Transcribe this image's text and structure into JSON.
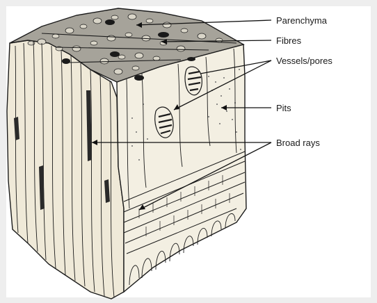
{
  "diagram": {
    "labels": {
      "parenchyma": "Parenchyma",
      "fibres": "Fibres",
      "vessels": "Vessels/pores",
      "pits": "Pits",
      "broad_rays": "Broad rays"
    },
    "colors": {
      "background": "#ffffff",
      "outer_frame": "#eeeeee",
      "wood_face": "#efe9d8",
      "wood_face_side": "#f3efe2",
      "top_face": "#a6a39a",
      "ink": "#1a1a1a",
      "leader_lines": "#111111"
    }
  }
}
